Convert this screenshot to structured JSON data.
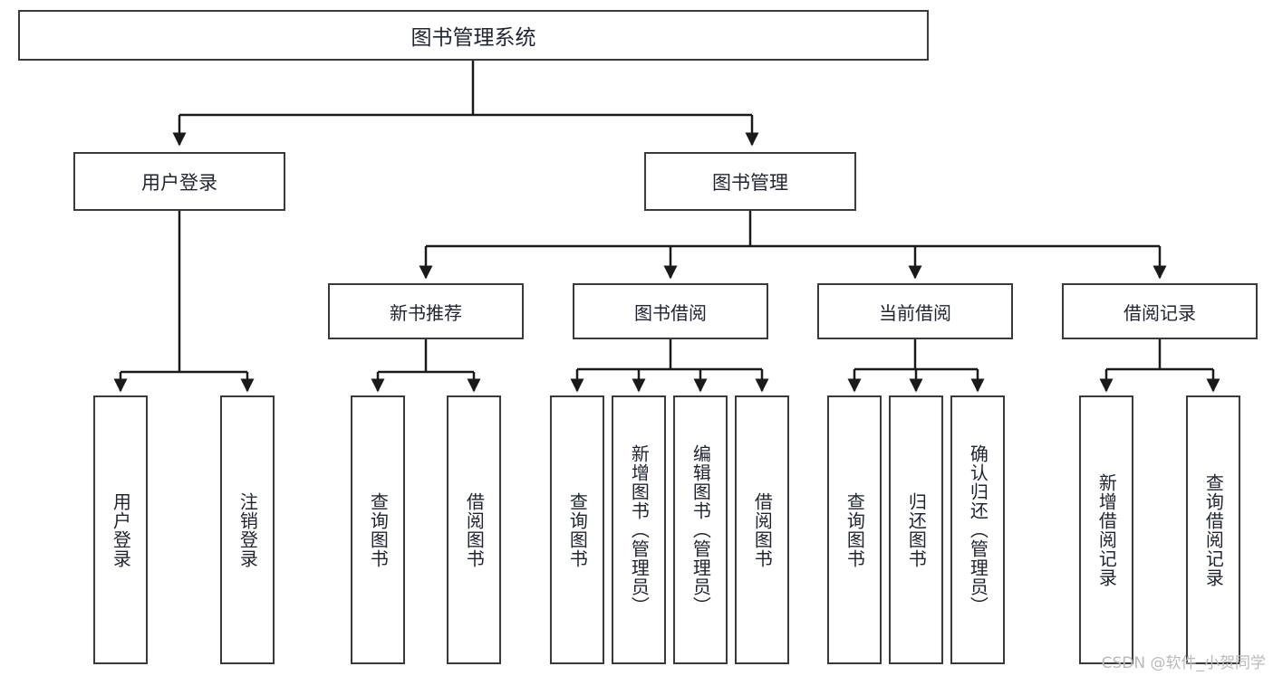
{
  "diagram": {
    "title": "图书管理系统",
    "type": "tree-hierarchy",
    "watermark": "CSDN @软件_小贺同学",
    "colors": {
      "box_border": "#3a3a3a",
      "box_fill": "#ffffff",
      "text": "#1f2430",
      "connector": "#1a1a1a",
      "watermark": "#b9b9b9",
      "background": "#ffffff"
    }
  },
  "nodes": {
    "root": {
      "label": "图书管理系统"
    },
    "level2": [
      {
        "id": "user-login",
        "label": "用户登录"
      },
      {
        "id": "book-management",
        "label": "图书管理"
      }
    ],
    "level3": [
      {
        "id": "new-book-recommend",
        "label": "新书推荐"
      },
      {
        "id": "book-borrow",
        "label": "图书借阅"
      },
      {
        "id": "current-borrow",
        "label": "当前借阅"
      },
      {
        "id": "borrow-record",
        "label": "借阅记录"
      }
    ],
    "leaves": {
      "user-login": [
        {
          "id": "leaf-user-login",
          "label": "用户登录"
        },
        {
          "id": "leaf-logout",
          "label": "注销登录"
        }
      ],
      "new-book-recommend": [
        {
          "id": "leaf-query-book-1",
          "label": "查询图书"
        },
        {
          "id": "leaf-borrow-book-1",
          "label": "借阅图书"
        }
      ],
      "book-borrow": [
        {
          "id": "leaf-query-book-2",
          "label": "查询图书"
        },
        {
          "id": "leaf-add-book",
          "label": "新增图书（管理员）"
        },
        {
          "id": "leaf-edit-book",
          "label": "编辑图书（管理员）"
        },
        {
          "id": "leaf-borrow-book-2",
          "label": "借阅图书"
        }
      ],
      "current-borrow": [
        {
          "id": "leaf-query-book-3",
          "label": "查询图书"
        },
        {
          "id": "leaf-return-book",
          "label": "归还图书"
        },
        {
          "id": "leaf-confirm-return",
          "label": "确认归还（管理员）"
        }
      ],
      "borrow-record": [
        {
          "id": "leaf-add-record",
          "label": "新增借阅记录"
        },
        {
          "id": "leaf-query-record",
          "label": "查询借阅记录"
        }
      ]
    }
  }
}
